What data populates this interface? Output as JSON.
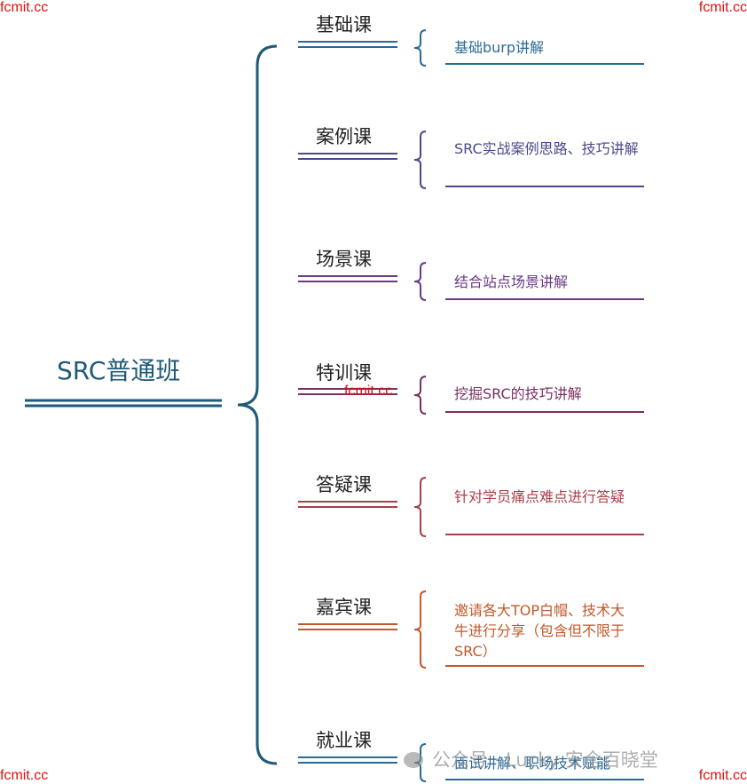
{
  "watermark": "fcmit.cc",
  "root": "SRC普通班",
  "branches": [
    {
      "category": "基础课",
      "desc": "基础burp讲解",
      "color": "#2a6a96"
    },
    {
      "category": "案例课",
      "desc": "SRC实战案例思路、技巧讲解",
      "color": "#4a4a8a"
    },
    {
      "category": "场景课",
      "desc": "结合站点场景讲解",
      "color": "#6a3a86"
    },
    {
      "category": "特训课",
      "desc": "挖掘SRC的技巧讲解",
      "color": "#7a3060"
    },
    {
      "category": "答疑课",
      "desc": "针对学员痛点难点进行答疑",
      "color": "#a8404a"
    },
    {
      "category": "嘉宾课",
      "desc": "邀请各大TOP白帽、技术大牛进行分享（包含但不限于SRC）",
      "color": "#c4582a"
    },
    {
      "category": "就业课",
      "desc": "面试讲解、职场技术赋能",
      "color": "#2a6a96"
    }
  ],
  "colors": {
    "root_underline": "#1f5a78",
    "main_brace": "#1f5a78"
  },
  "footer_watermark": "公众号 · Lucky 安全百晓堂"
}
